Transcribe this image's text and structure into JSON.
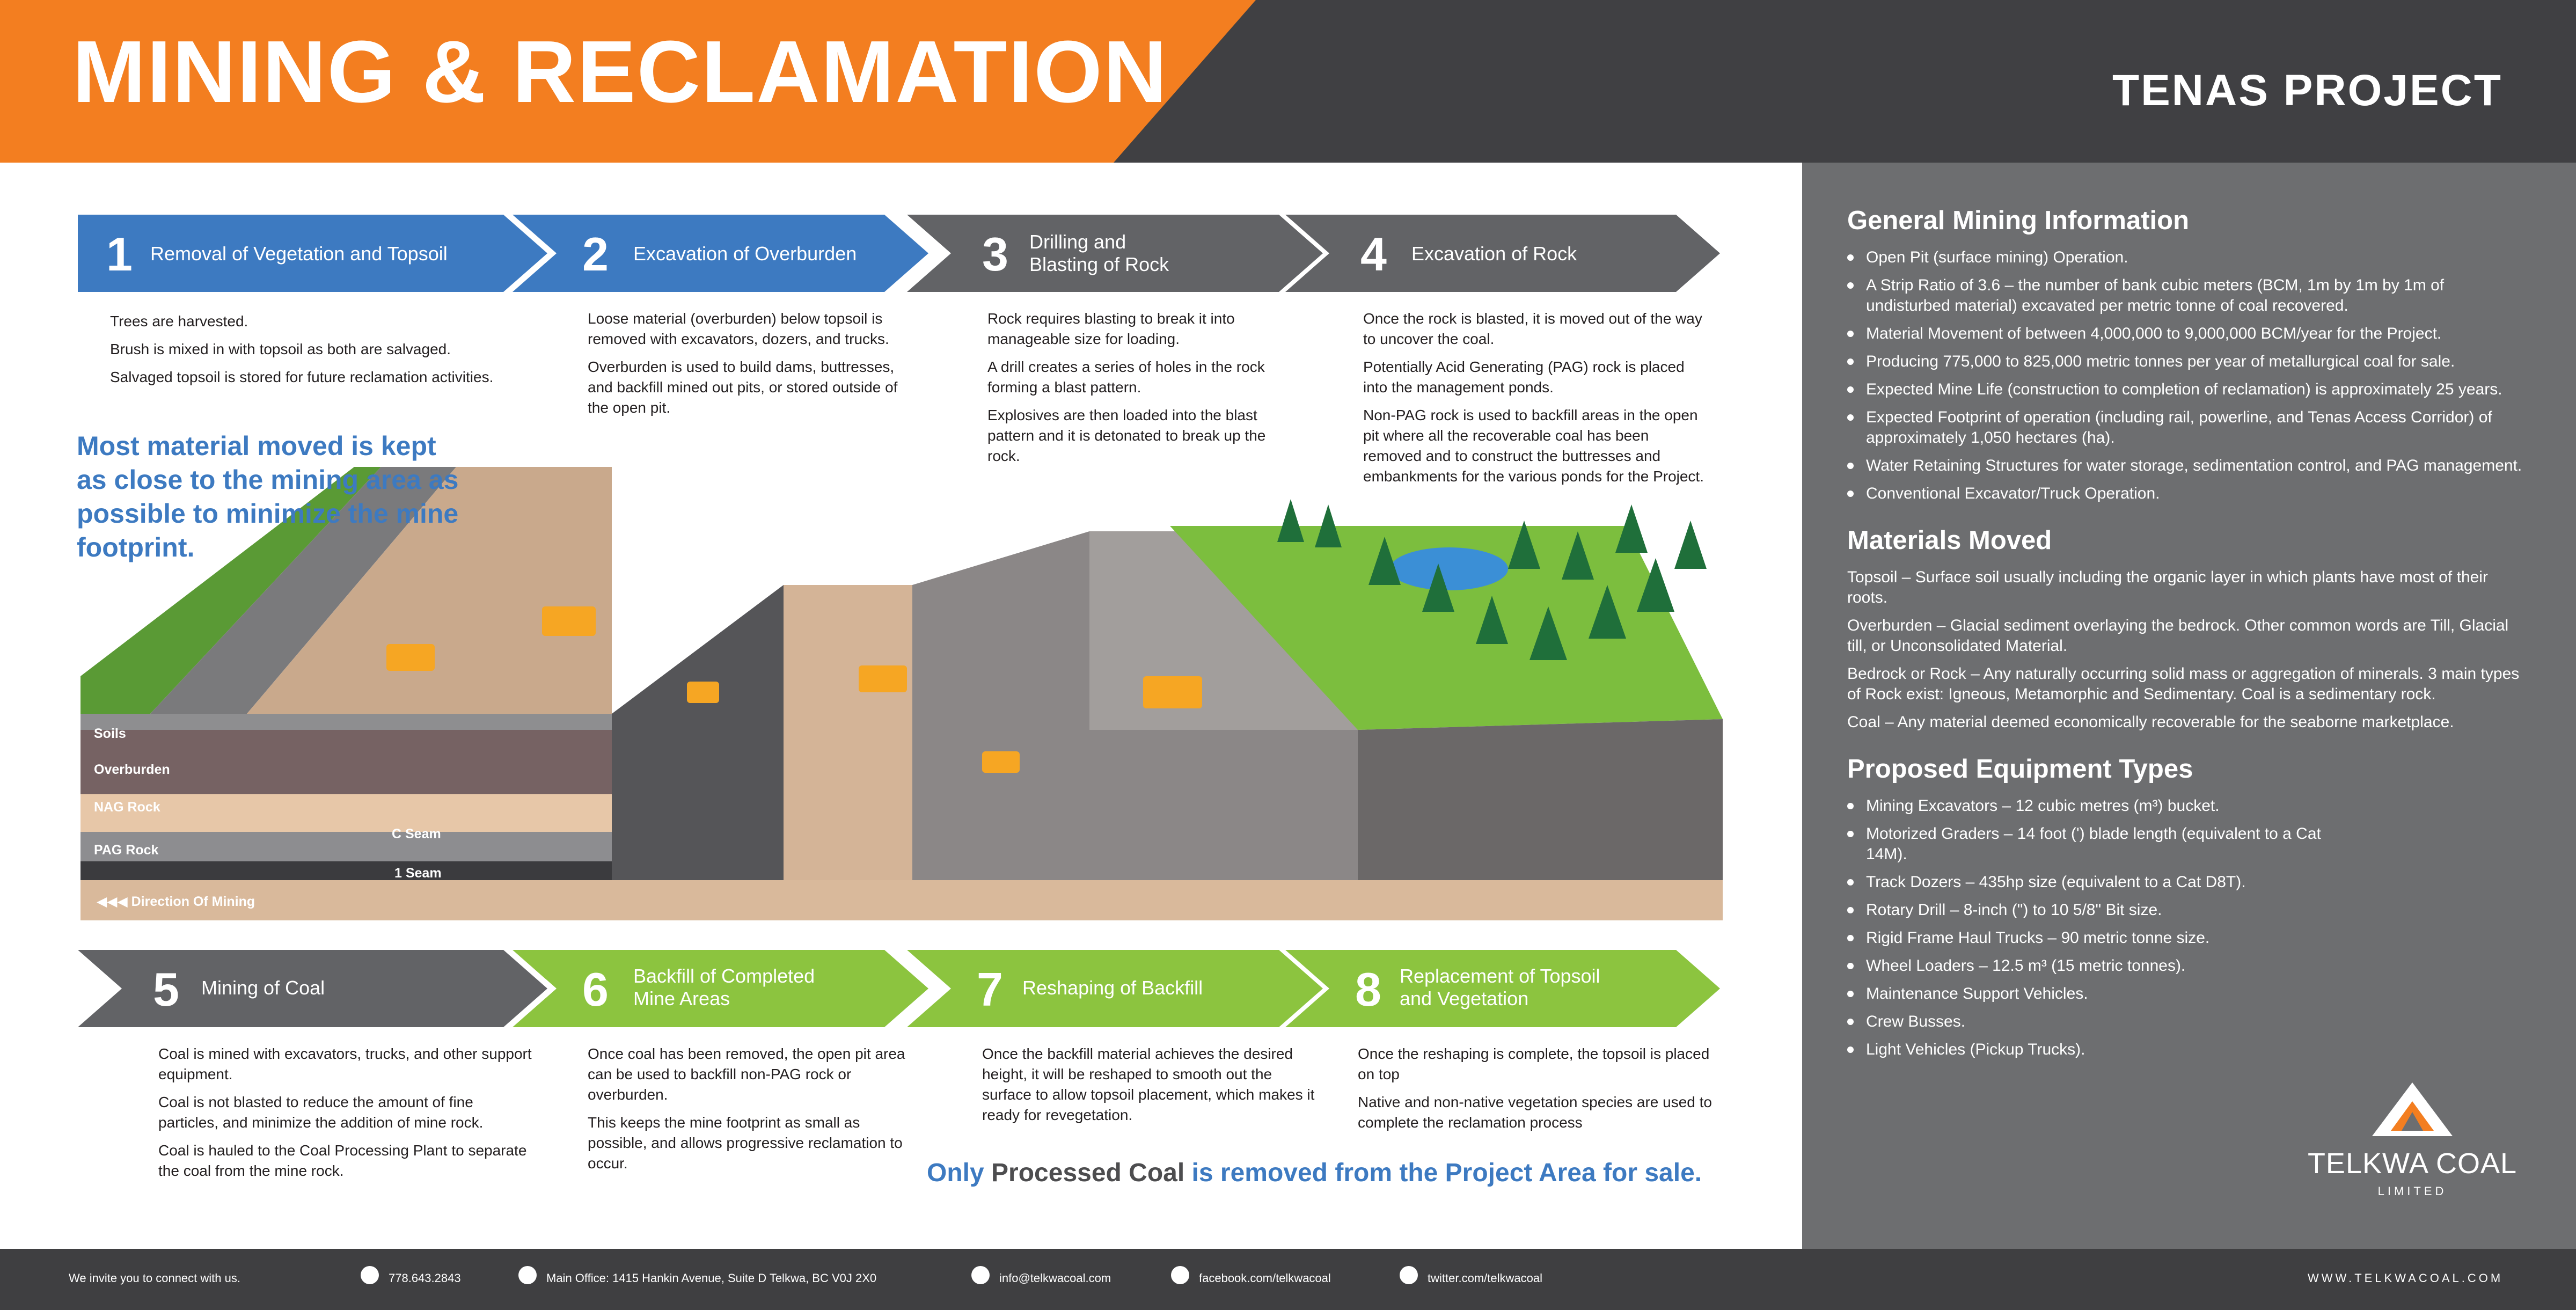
{
  "header": {
    "title": "MINING & RECLAMATION",
    "subtitle": "TENAS PROJECT"
  },
  "steps": [
    {
      "num": "1",
      "label": "Removal of Vegetation and Topsoil",
      "lines": [
        "Trees are harvested.",
        "Brush is mixed in with topsoil as both are salvaged.",
        "Salvaged topsoil is stored for future reclamation activities."
      ]
    },
    {
      "num": "2",
      "label": "Excavation of Overburden",
      "lines": [
        "Loose material (overburden) below topsoil is removed with excavators, dozers, and trucks.",
        "Overburden is used to build dams, buttresses, and backfill mined out pits, or stored outside of the open pit."
      ]
    },
    {
      "num": "3",
      "label": "Drilling and Blasting of Rock",
      "lines": [
        "Rock requires blasting to break it into manageable size for loading.",
        "A drill creates a series of holes in the rock forming a blast pattern.",
        "Explosives are then loaded into the blast pattern and it is detonated to break up the rock."
      ]
    },
    {
      "num": "4",
      "label": "Excavation of Rock",
      "lines": [
        "Once the rock is blasted, it is moved out of the way to uncover the coal.",
        "Potentially Acid Generating (PAG) rock is placed into the management ponds.",
        "Non-PAG rock is used to backfill areas in the open pit where all the recoverable coal has been removed and to construct the buttresses and embankments for the various ponds for the Project."
      ]
    },
    {
      "num": "5",
      "label": "Mining of Coal",
      "lines": [
        "Coal is mined with excavators, trucks, and other support equipment.",
        "Coal is not blasted to reduce the amount of fine particles, and minimize the addition of mine rock.",
        "Coal is hauled to the Coal Processing Plant to separate the coal from the mine rock."
      ]
    },
    {
      "num": "6",
      "label": "Backfill of Completed Mine Areas",
      "lines": [
        "Once coal has been removed, the open pit area can be used to backfill non-PAG rock or overburden.",
        "This keeps the mine footprint as small as possible, and allows progressive reclamation to occur."
      ]
    },
    {
      "num": "7",
      "label": "Reshaping of Backfill",
      "lines": [
        "Once the backfill material achieves the desired height, it will be reshaped to smooth out the surface to allow topsoil placement, which makes it ready for revegetation."
      ]
    },
    {
      "num": "8",
      "label": "Replacement of Topsoil and Vegetation",
      "lines": [
        "Once the reshaping is complete, the topsoil is placed on top",
        "Native and non-native vegetation species are used to complete the reclamation process"
      ]
    }
  ],
  "callout": "Most material moved is kept as close to the mining area as possible to minimize the mine footprint.",
  "tagline": {
    "a": "Only ",
    "b": "Processed Coal",
    "c": " is removed from the Project Area for sale."
  },
  "layers": {
    "soils": "Soils",
    "overburden": "Overburden",
    "nag": "NAG Rock",
    "pag": "PAG Rock",
    "cseam": "C Seam",
    "seam1": "1 Seam",
    "direction": "Direction Of Mining"
  },
  "sidebar": {
    "general": {
      "title": "General Mining Information",
      "items": [
        "Open Pit (surface mining) Operation.",
        "A Strip Ratio of 3.6 – the number of bank cubic meters (BCM, 1m by 1m by 1m of undisturbed material) excavated per metric tonne of coal recovered.",
        "Material Movement of between 4,000,000 to 9,000,000 BCM/year for the Project.",
        "Producing 775,000 to 825,000 metric tonnes per year of metallurgical coal for sale.",
        "Expected Mine Life (construction to completion of reclamation) is approximately 25 years.",
        "Expected Footprint of operation (including rail, powerline, and Tenas Access Corridor) of approximately 1,050 hectares (ha).",
        "Water Retaining Structures for water storage, sedimentation control, and PAG management.",
        "Conventional Excavator/Truck Operation."
      ]
    },
    "materials": {
      "title": "Materials Moved",
      "items": [
        "Topsoil – Surface soil usually including the organic layer in which plants have most of their roots.",
        "Overburden – Glacial sediment overlaying the bedrock. Other common words are Till, Glacial till, or Unconsolidated Material.",
        "Bedrock or Rock – Any naturally occurring solid mass or aggregation of minerals. 3 main types of Rock exist: Igneous, Metamorphic and Sedimentary. Coal is a sedimentary rock.",
        "Coal – Any material deemed economically recoverable for the seaborne marketplace."
      ]
    },
    "equipment": {
      "title": "Proposed Equipment Types",
      "items": [
        "Mining Excavators – 12 cubic metres (m³) bucket.",
        "Motorized Graders – 14 foot (') blade length (equivalent to a Cat 14M).",
        "Track Dozers – 435hp size (equivalent to a Cat D8T).",
        "Rotary Drill – 8-inch (\") to 10 5/8\" Bit size.",
        "Rigid Frame Haul Trucks – 90 metric tonne size.",
        "Wheel Loaders – 12.5 m³ (15 metric tonnes).",
        "Maintenance Support Vehicles.",
        "Crew Busses.",
        "Light Vehicles (Pickup Trucks)."
      ]
    }
  },
  "logo": {
    "name": "TELKWA COAL",
    "sub": "LIMITED"
  },
  "footer": {
    "invite": "We invite you to connect with us.",
    "phone": "778.643.2843",
    "office": "Main Office: 1415 Hankin Avenue, Suite D Telkwa, BC V0J 2X0",
    "email": "info@telkwacoal.com",
    "facebook": "facebook.com/telkwacoal",
    "twitter": "twitter.com/telkwacoal",
    "web": "WWW.TELKWACOAL.COM"
  },
  "colors": {
    "orange": "#f37e20",
    "blue": "#3d7ac1",
    "green": "#8cc43f",
    "grey": "#626366",
    "sidebar": "#6d6e70",
    "dark": "#404043"
  }
}
